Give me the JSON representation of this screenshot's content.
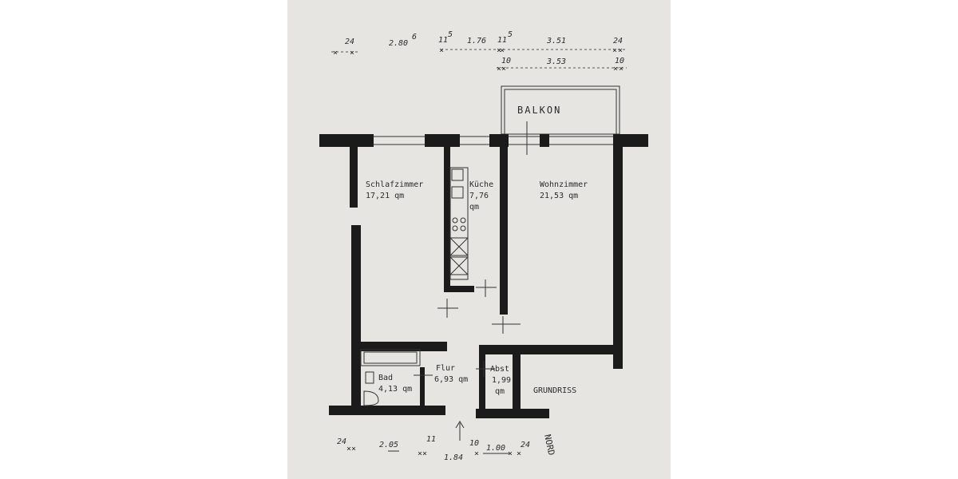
{
  "plan_title": "GRUNDRISS",
  "balcony": "BALKON",
  "north": "NORD",
  "rooms": {
    "bedroom": {
      "name": "Schlafzimmer",
      "area": "17,21 qm"
    },
    "kitchen": {
      "name": "Küche",
      "area_value": "7,76",
      "area_unit": "qm"
    },
    "living": {
      "name": "Wohnzimmer",
      "area": "21,53 qm"
    },
    "hall": {
      "name": "Flur",
      "area": "6,93 qm"
    },
    "bath": {
      "name": "Bad",
      "area": "4,13 qm"
    },
    "storage": {
      "name": "Abst",
      "area_value": "1,99",
      "area_unit": "qm"
    }
  },
  "dimensions": {
    "top": [
      "24",
      "2.80",
      "6",
      "11",
      "5",
      "1.76",
      "11",
      "5",
      "3.51",
      "24"
    ],
    "top_second": [
      "10",
      "3.53",
      "10"
    ],
    "bottom": [
      "24",
      "2.05",
      "11",
      "1.84",
      "10",
      "1.00",
      "24"
    ]
  }
}
